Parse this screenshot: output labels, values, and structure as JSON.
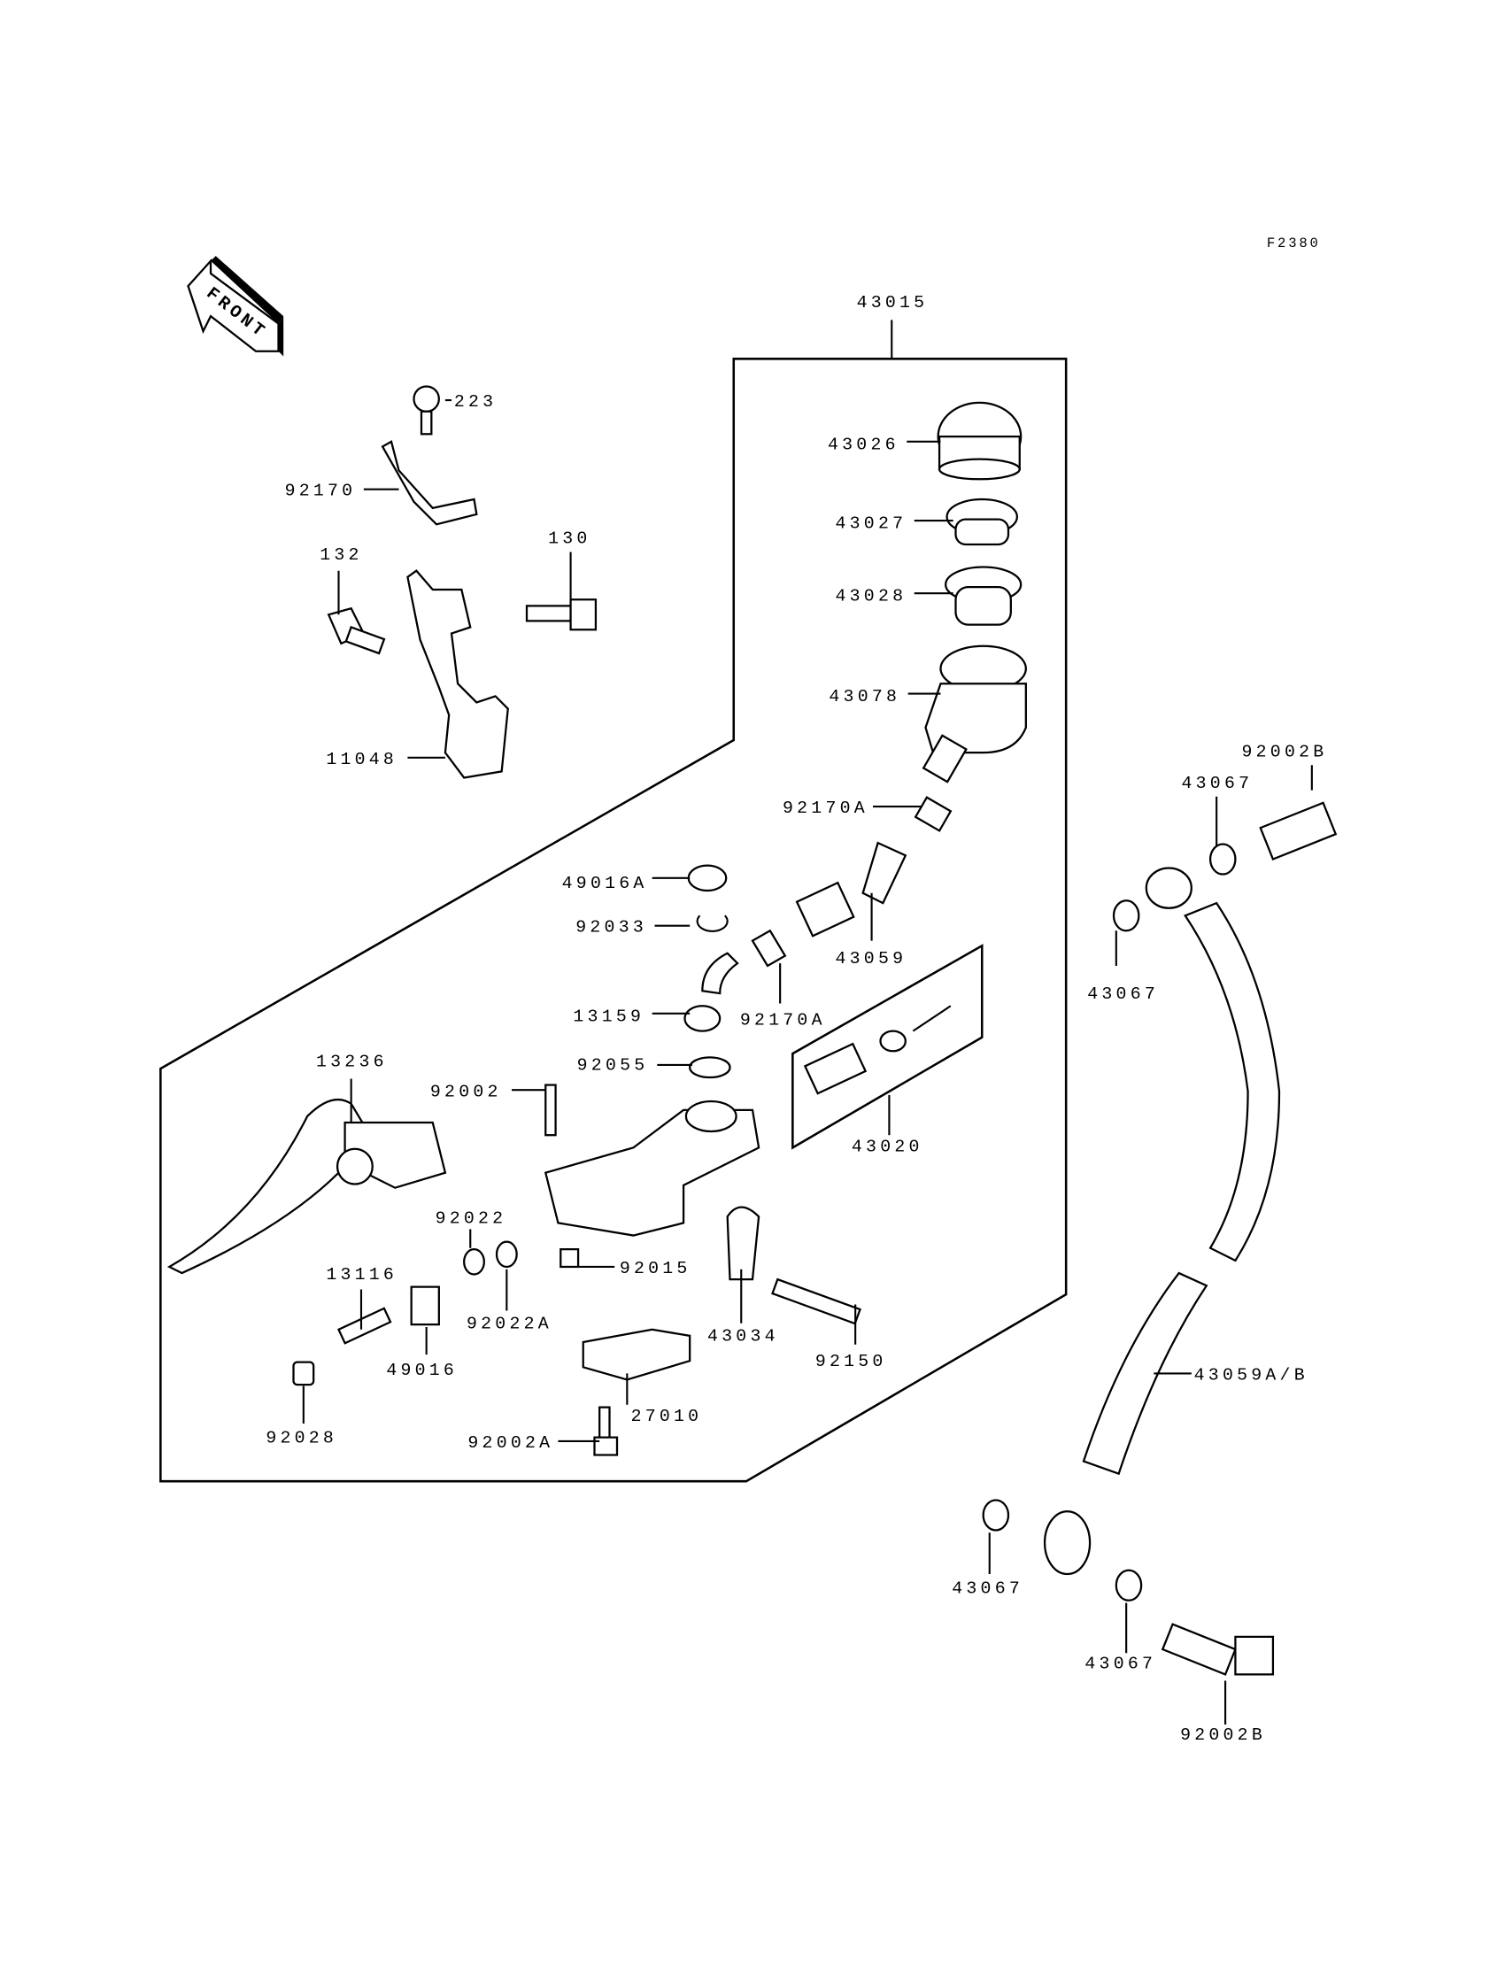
{
  "diagram": {
    "figure_code": "F2380",
    "front_arrow": "FRONT",
    "assembly_label": "43015",
    "subkit_label": "43020",
    "labels": [
      "223",
      "92170",
      "132",
      "130",
      "43026",
      "43027",
      "43028",
      "43078",
      "11048",
      "92002B",
      "43067",
      "92170A",
      "49016A",
      "92033",
      "43059",
      "43067",
      "13159",
      "92170A",
      "92055",
      "13236",
      "92002",
      "92022",
      "92015",
      "13116",
      "43034",
      "92022A",
      "49016",
      "92150",
      "43059A/B",
      "27010",
      "92028",
      "92002A",
      "43067",
      "43067",
      "92002B"
    ],
    "colors": {
      "line": "#000000",
      "background": "#ffffff"
    }
  }
}
